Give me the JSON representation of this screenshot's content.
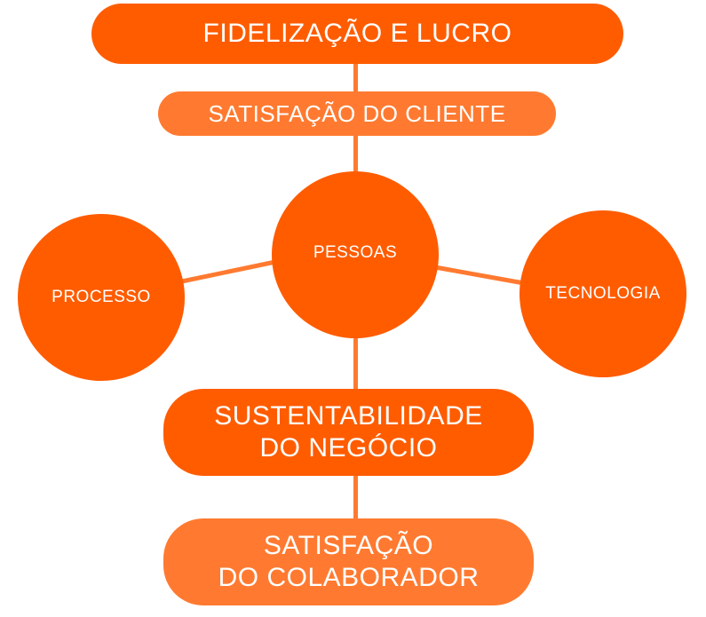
{
  "diagram": {
    "colors": {
      "primary": "#FF5C00",
      "secondary": "#FF7A30",
      "text": "#FFFFFF",
      "background": "#FFFFFF"
    },
    "nodes": {
      "top": {
        "label": "FIDELIZAÇÃO E LUCRO"
      },
      "customer": {
        "label": "SATISFAÇÃO DO CLIENTE"
      },
      "people": {
        "label": "PESSOAS"
      },
      "process": {
        "label": "PROCESSO"
      },
      "technology": {
        "label": "TECNOLOGIA"
      },
      "business": {
        "line1": "SUSTENTABILIDADE",
        "line2": "DO NEGÓCIO"
      },
      "employee": {
        "line1": "SATISFAÇÃO",
        "line2": "DO COLABORADOR"
      }
    },
    "edges": [
      {
        "from": "top",
        "to": "customer"
      },
      {
        "from": "customer",
        "to": "people"
      },
      {
        "from": "process",
        "to": "people"
      },
      {
        "from": "people",
        "to": "technology"
      },
      {
        "from": "people",
        "to": "business"
      },
      {
        "from": "business",
        "to": "employee"
      }
    ]
  }
}
